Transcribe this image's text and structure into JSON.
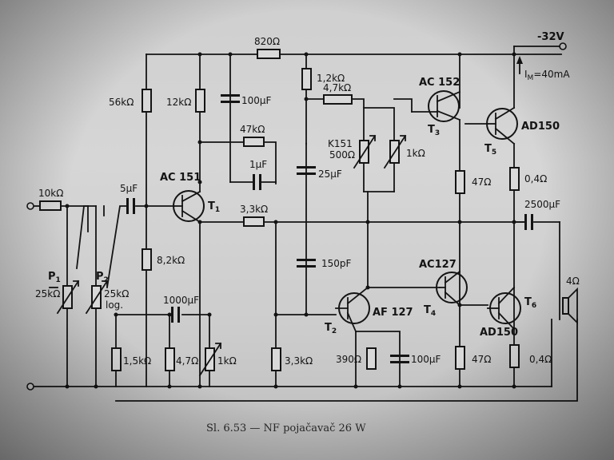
{
  "supply": "-32V",
  "current": "I",
  "current_sub": "M",
  "current_val": "=40mA",
  "caption": "Sl. 6.53 — NF pojačavač 26 W",
  "transistors": {
    "t1": {
      "type": "AC 151",
      "ref": "T",
      "ref_sub": "1"
    },
    "t2": {
      "type": "AF 127",
      "ref": "T",
      "ref_sub": "2"
    },
    "t3": {
      "type": "AC 152",
      "ref": "T",
      "ref_sub": "3"
    },
    "t4": {
      "type": "AC127",
      "ref": "T",
      "ref_sub": "4"
    },
    "t5": {
      "type": "AD150",
      "ref": "T",
      "ref_sub": "5"
    },
    "t6": {
      "type": "AD150",
      "ref": "T",
      "ref_sub": "6"
    }
  },
  "components": {
    "r_in": "10kΩ",
    "p1_ref": "P",
    "p1_sub": "1",
    "p1_val": "25kΩ",
    "p2_ref": "P",
    "p2_sub": "2",
    "p2_val": "25kΩ",
    "p2_log": "log.",
    "c_in": "5μF",
    "r56k": "56kΩ",
    "r12k": "12kΩ",
    "c100_top": "100μF",
    "r820": "820Ω",
    "r1_2k": "1,2kΩ",
    "r4_7k": "4,7kΩ",
    "r47k": "47kΩ",
    "c1u": "1μF",
    "k151": "K151",
    "k151_val": "500Ω",
    "p1k_mid": "1kΩ",
    "c25u": "25μF",
    "r3_3k_top": "3,3kΩ",
    "r8_2k": "8,2kΩ",
    "c1000": "1000μF",
    "r1_5k": "1,5kΩ",
    "r4_7_bot": "4,7Ω",
    "p1k_bot": "1kΩ",
    "r3_3k_bot": "3,3kΩ",
    "c150p": "150pF",
    "r390": "390Ω",
    "c100_bot": "100μF",
    "r47_top": "47Ω",
    "r47_bot": "47Ω",
    "r0_4_top": "0,4Ω",
    "r0_4_bot": "0,4Ω",
    "c2500": "2500μF",
    "spk": "4Ω"
  }
}
